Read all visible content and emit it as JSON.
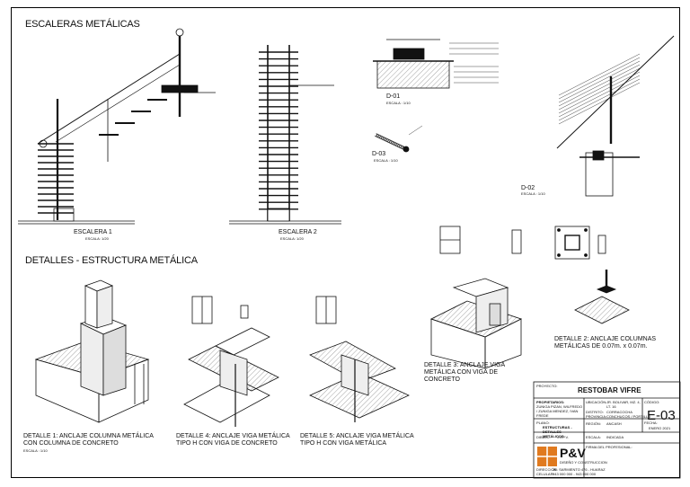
{
  "sections": {
    "stairs_title": "ESCALERAS METÁLICAS",
    "details_title": "DETALLES - ESTRUCTURA METÁLICA"
  },
  "stairs": {
    "escalera1_label": "ESCALERA 1",
    "escalera1_scale": "ESCALA: 1/20",
    "escalera2_label": "ESCALERA 2",
    "escalera2_scale": "ESCALA: 1/20"
  },
  "details_top": {
    "d01_label": "D-01",
    "d01_scale": "ESCALA : 1/10",
    "d02_label": "D-02",
    "d02_scale": "ESCALA : 1/10",
    "d03_label": "D-03",
    "d03_scale": "ESCALA : 1/10"
  },
  "details": {
    "detail1": "DETALLE 1: ANCLAJE COLUMNA METÁLICA CON COLUMNA DE CONCRETO",
    "detail1_scale": "ESCALA : 1/10",
    "detail2": "DETALLE 2: ANCLAJE COLUMNAS METÁLICAS DE 0.07m. x 0.07m.",
    "detail3": "DETALLE 3: ANCLAJE VIGA METÁLICA CON VIGA DE CONCRETO",
    "detail4": "DETALLE 4: ANCLAJE VIGA METÁLICA TIPO H CON VIGA DE CONCRETO",
    "detail5": "DETALLE 5: ANCLAJE VIGA METÁLICA TIPO H CON VIGA METÁLICA"
  },
  "title_block": {
    "proyecto_label": "PROYECTO:",
    "project_name": "RESTOBAR VIFRE",
    "propietarios_label": "PROPIETARIOS:",
    "propietarios_value": "ZUNIGA PIZAN, WILFREDO / ZUNIGA MENDEZ, IVAN FREDE",
    "ubicacion_label": "UBICACIÓN:",
    "ubicacion_value": "JR. BOLIVAR, MZ. 4, LT. 16",
    "distrito_label": "DISTRITO:",
    "distrito_value": "CORRACOCHA",
    "provincia_label": "PROVINCIA:",
    "provincia_value": "CONCHUCOS / PORTILLO",
    "region_label": "REGIÓN:",
    "region_value": "ANCASH",
    "plano_label": "PLANO:",
    "plano_value": "ESTRUCTURAS - DETALLES METÁLICOS",
    "codigo_label": "CÓDIGO:",
    "code": "E-03",
    "dibujo_label": "DIBUJO:",
    "dibujo_value": "J.J.P.V.",
    "escala_label": "ESCALA:",
    "escala_value": "INDICADA",
    "fecha_label": "FECHA:",
    "fecha_value": "ENERO 2021",
    "firma_label": "FIRMA DEL PROFESIONAL:",
    "logo_text": "P&V",
    "logo_sub": "DISEÑO Y CONSTRUCCION",
    "direccion_label": "DIRECCIÓN:",
    "direccion_value": "JR. SARMIENTO 476 - HUARAZ",
    "celular_label": "CELULAR:",
    "celular_value": "943 000 000 - 943 000 000"
  },
  "colors": {
    "line": "#111111",
    "hatch": "#555555",
    "logo_orange": "#e07a1f"
  }
}
